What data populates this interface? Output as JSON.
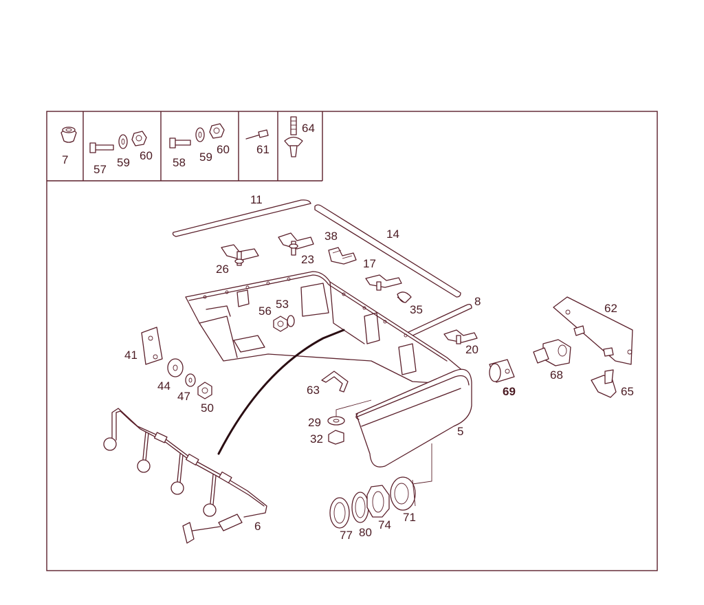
{
  "labels": {
    "p7": "7",
    "p57": "57",
    "p59a": "59",
    "p60a": "60",
    "p58": "58",
    "p59b": "59",
    "p60b": "60",
    "p61": "61",
    "p64": "64",
    "p11": "11",
    "p14": "14",
    "p38": "38",
    "p26": "26",
    "p23": "23",
    "p17": "17",
    "p56": "56",
    "p53": "53",
    "p35": "35",
    "p8": "8",
    "p62": "62",
    "p20": "20",
    "p41": "41",
    "p44": "44",
    "p47": "47",
    "p50": "50",
    "p63": "63",
    "p69": "69",
    "p68": "68",
    "p65": "65",
    "p29": "29",
    "p32": "32",
    "p5": "5",
    "p6": "6",
    "p77": "77",
    "p80": "80",
    "p74": "74",
    "p71": "71"
  },
  "colors": {
    "line": "#5a1f2a",
    "text": "#4a1a22",
    "background": "#ffffff"
  }
}
